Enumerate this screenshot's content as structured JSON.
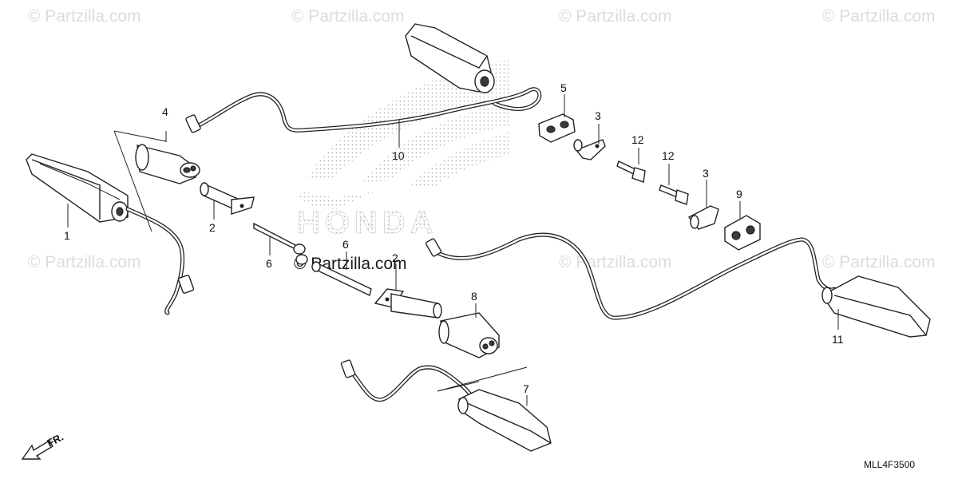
{
  "watermark": {
    "text": "© Partzilla.com",
    "center_text": "© Partzilla.com"
  },
  "logo": {
    "brand": "HONDA"
  },
  "callouts": [
    {
      "id": "c1",
      "label": "1"
    },
    {
      "id": "c2a",
      "label": "2"
    },
    {
      "id": "c2b",
      "label": "2"
    },
    {
      "id": "c3a",
      "label": "3"
    },
    {
      "id": "c3b",
      "label": "3"
    },
    {
      "id": "c4",
      "label": "4"
    },
    {
      "id": "c5",
      "label": "5"
    },
    {
      "id": "c6a",
      "label": "6"
    },
    {
      "id": "c6b",
      "label": "6"
    },
    {
      "id": "c7",
      "label": "7"
    },
    {
      "id": "c8",
      "label": "8"
    },
    {
      "id": "c9",
      "label": "9"
    },
    {
      "id": "c10",
      "label": "10"
    },
    {
      "id": "c11",
      "label": "11"
    },
    {
      "id": "c12a",
      "label": "12"
    },
    {
      "id": "c12b",
      "label": "12"
    }
  ],
  "diagram_code": "MLL4F3500",
  "direction_marker": "FR."
}
